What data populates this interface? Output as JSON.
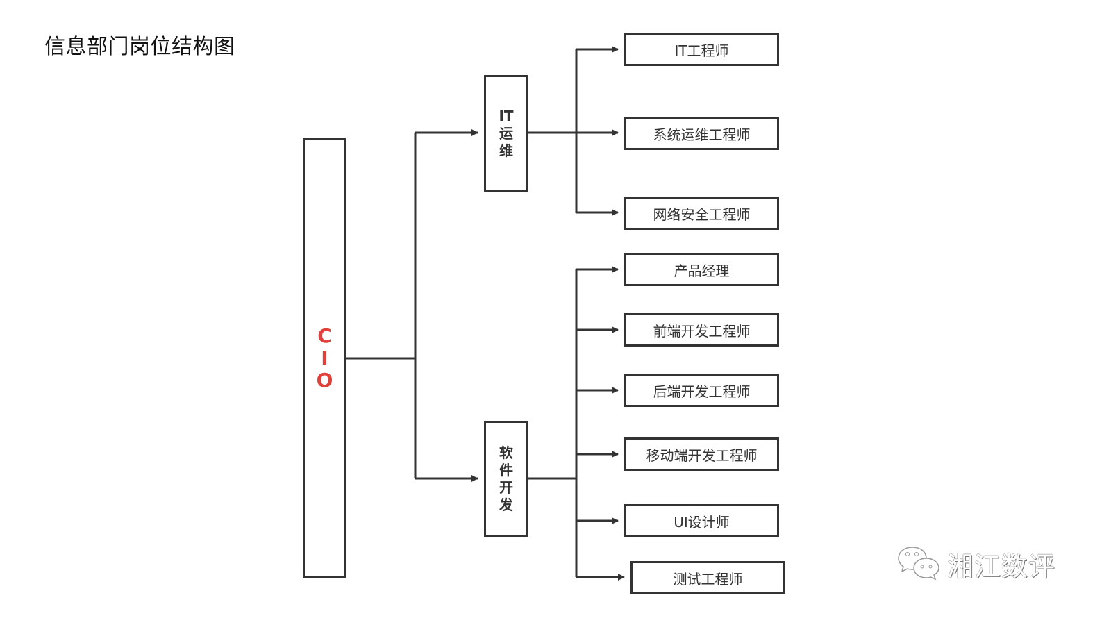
{
  "title": "信息部门岗位结构图",
  "root": {
    "label": "CIO",
    "chars": [
      "C",
      "I",
      "O"
    ],
    "color": "#e0413a"
  },
  "departments": [
    {
      "label": "IT运维",
      "chars": [
        "IT",
        "运",
        "维"
      ],
      "roles": [
        "IT工程师",
        "系统运维工程师",
        "网络安全工程师"
      ]
    },
    {
      "label": "软件开发",
      "chars": [
        "软",
        "件",
        "开",
        "发"
      ],
      "roles": [
        "产品经理",
        "前端开发工程师",
        "后端开发工程师",
        "移动端开发工程师",
        "UI设计师",
        "测试工程师"
      ]
    }
  ],
  "watermark": {
    "icon": "wechat-icon",
    "text": "湘江数评"
  },
  "colors": {
    "line": "#333333",
    "accent": "#e0413a"
  }
}
